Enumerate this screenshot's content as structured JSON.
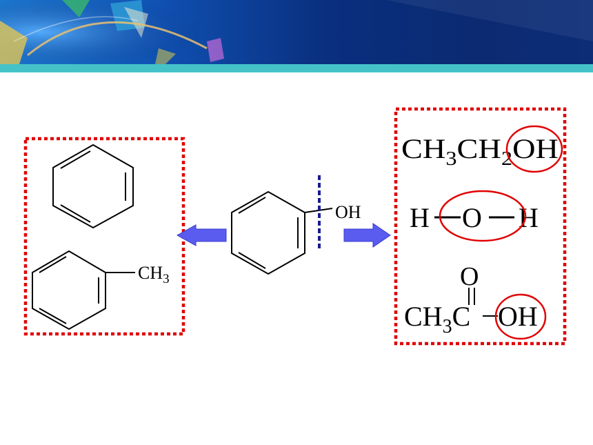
{
  "center": {
    "substituent": "OH"
  },
  "left_box": {
    "methyl_label": "CH",
    "methyl_sub": "3"
  },
  "right_box": {
    "ethanol": {
      "p1": "CH",
      "s1": "3",
      "p2": "CH",
      "s2": "2",
      "p3": "OH"
    },
    "water": {
      "h1": "H",
      "o": "O",
      "h2": "H"
    },
    "acetic": {
      "carbonyl_o": "O",
      "p1": "CH",
      "s1": "3",
      "p2": "C",
      "p3": "OH"
    }
  },
  "colors": {
    "box_border": "#e00000",
    "circle": "#e00000",
    "arrow": "#5a5cf0",
    "dashed_line": "#1a1a90",
    "banner_accent": "#45c2c8"
  }
}
